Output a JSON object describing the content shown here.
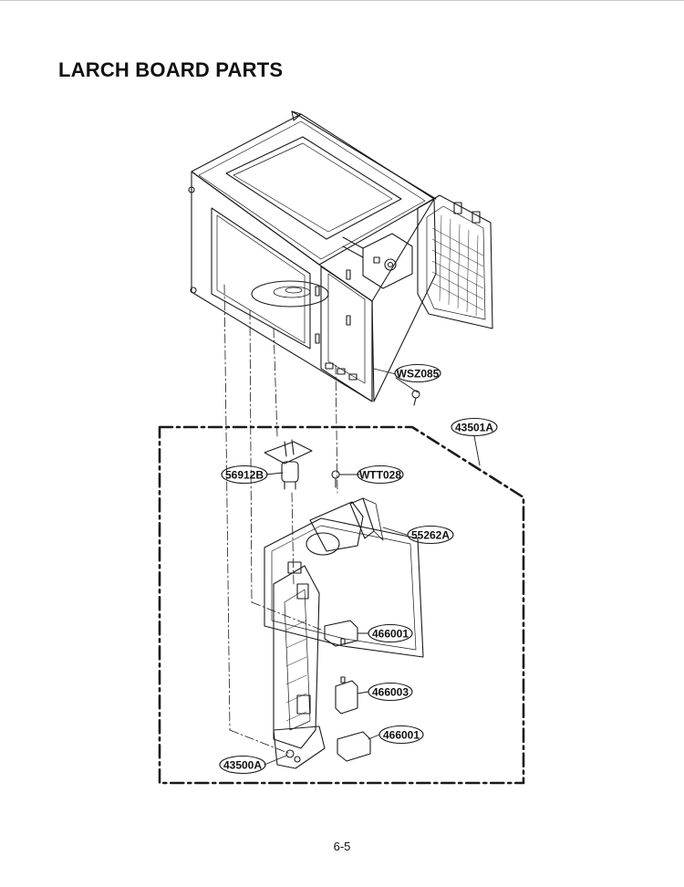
{
  "page": {
    "title": "LARCH BOARD PARTS",
    "page_number": "6-5"
  },
  "callouts": {
    "wsz085": "WSZ085",
    "c43501a": "43501A",
    "c56912b": "56912B",
    "wtt028": "WTT028",
    "c55262a": "55262A",
    "c466001_top": "466001",
    "c466003": "466003",
    "c466001_bottom": "466001",
    "c43500a": "43500A"
  },
  "colors": {
    "line": "#1a1a1a",
    "background": "#ffffff"
  }
}
